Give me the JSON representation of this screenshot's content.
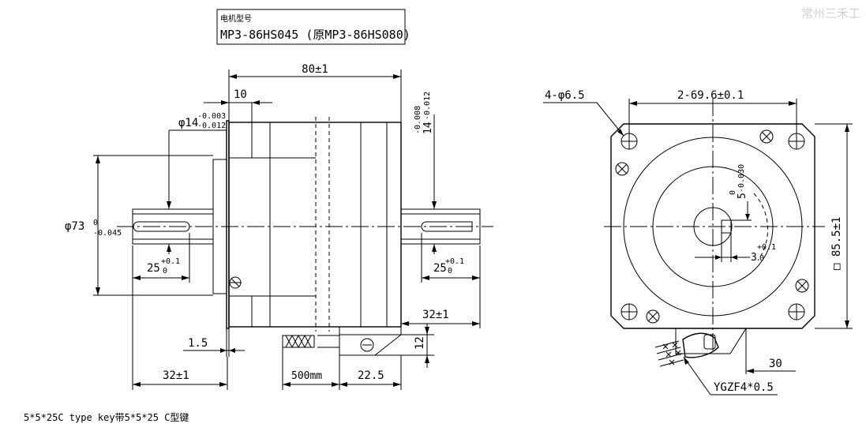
{
  "watermark": "常州三禾工",
  "model": {
    "label": "电机型号",
    "name": "MP3-86HS045 (原MP3-86HS080)"
  },
  "side_view": {
    "body_length": "80±1",
    "flange_to_face": "10",
    "shaft_dia": "φ14",
    "shaft_dia_tol_upper": "-0.003",
    "shaft_dia_tol_lower": "-0.012",
    "rear_shaft_dia": "14",
    "rear_shaft_tol_upper": "-0.008",
    "rear_shaft_tol_lower": "-0.012",
    "boss_dia": "φ73",
    "boss_tol_upper": "0",
    "boss_tol_lower": "-0.045",
    "key_length_front": "25",
    "key_front_tol_upper": "+0.1",
    "key_front_tol_lower": "0",
    "key_length_rear": "25",
    "key_rear_tol_upper": "+0.1",
    "key_rear_tol_lower": "0",
    "flange_thickness": "1.5",
    "shaft_length": "32±1",
    "rear_shaft_length": "32±1",
    "cable_length": "500mm",
    "cable_offset": "22.5",
    "cable_height": "12"
  },
  "front_view": {
    "mount_holes": "4-φ6.5",
    "hole_pitch": "2-69.6±0.1",
    "key_depth": "5",
    "key_depth_tol_upper": "0",
    "key_depth_tol_lower": "-0.030",
    "key_width": "3",
    "key_width_tol_upper": "+0.1",
    "key_width_tol_lower": "0",
    "square_size": "□ 85.5±1",
    "cable_dim": "30",
    "cable_spec": "YGZF4*0.5"
  },
  "footnote": "5*5*25C type key带5*5*25 C型键"
}
